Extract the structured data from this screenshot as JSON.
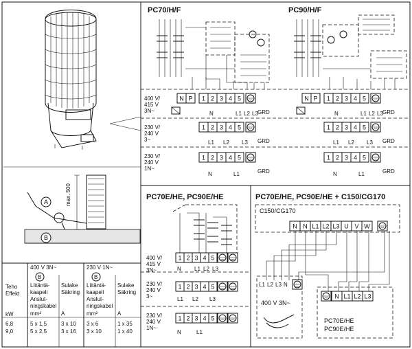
{
  "titles": {
    "pc70": "PC70/H/F",
    "pc90": "PC90/H/F",
    "he": "PC70E/HE, PC90E/HE",
    "he_cg": "PC70E/HE, PC90E/HE + C150/CG170",
    "cg_box": "C150/CG170"
  },
  "voltages": {
    "v400": [
      "400 V/",
      "415 V",
      "3N~"
    ],
    "v230_3": [
      "230 V/",
      "240 V",
      "3~"
    ],
    "v230_1": [
      "230 V/",
      "240 V",
      "1N~"
    ],
    "v400_cg": "400 V 3N~"
  },
  "terminals": {
    "main": [
      "1",
      "2",
      "3",
      "4",
      "5"
    ],
    "np": [
      "N",
      "P"
    ],
    "grd": "GRD",
    "cg_row": [
      "N",
      "N",
      "L1",
      "L2",
      "L3",
      "U",
      "V",
      "W"
    ],
    "he_row": [
      "N",
      "L1",
      "L2",
      "L3"
    ],
    "supply_row": [
      "L1",
      "L2",
      "L3",
      "N"
    ]
  },
  "labels": {
    "N": "N",
    "L1": "L1",
    "L2": "L2",
    "L3": "L3",
    "max": "max. 500",
    "A": "A",
    "B": "B",
    "model1": "PC70E/HE",
    "model2": "PC90E/HE"
  },
  "table": {
    "h_teho": "Teho",
    "h_effekt": "Effekt",
    "h_kw": "kW",
    "g400": "400 V 3N~",
    "g230": "230 V 1N~",
    "h_cable": [
      "Liitäntä-",
      "kaapeli",
      "Anslut-",
      "ningskabel"
    ],
    "h_mm2": "mm²",
    "h_fuse": [
      "Sulake",
      "Säkring"
    ],
    "h_a": "A",
    "rows": [
      {
        "kw": "6,8",
        "c400": "5 x 1,5",
        "f400": "3 x 10",
        "c230": "3 x 6",
        "f230": "1 x 35"
      },
      {
        "kw": "9,0",
        "c400": "5 x 2,5",
        "f400": "3 x 16",
        "c230": "3 x 10",
        "f230": "1 x 40"
      }
    ]
  }
}
